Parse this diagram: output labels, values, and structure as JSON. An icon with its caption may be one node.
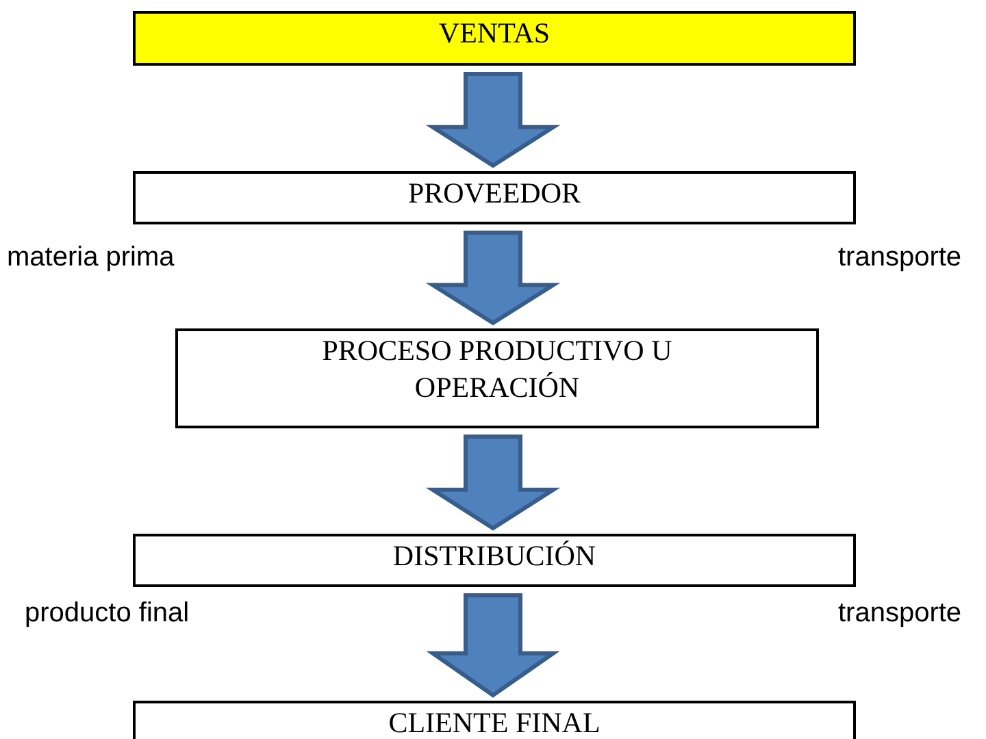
{
  "diagram": {
    "nodes": [
      {
        "text": [
          "VENTAS"
        ]
      },
      {
        "text": [
          "PROVEEDOR"
        ]
      },
      {
        "text": [
          "PROCESO PRODUCTIVO U OPERACIÓN"
        ]
      },
      {
        "text": [
          "DISTRIBUCIÓN"
        ]
      },
      {
        "text": [
          "CLIENTE FINAL"
        ]
      }
    ],
    "edges": [
      {
        "from": 0,
        "to": 1,
        "arrow": "to"
      },
      {
        "from": 1,
        "to": 2,
        "arrow": "to"
      },
      {
        "from": 2,
        "to": 3,
        "arrow": "to"
      },
      {
        "from": 3,
        "to": 4,
        "arrow": "to"
      }
    ],
    "labels": [
      "materia prima",
      "transporte",
      "producto final",
      "transporte"
    ]
  }
}
